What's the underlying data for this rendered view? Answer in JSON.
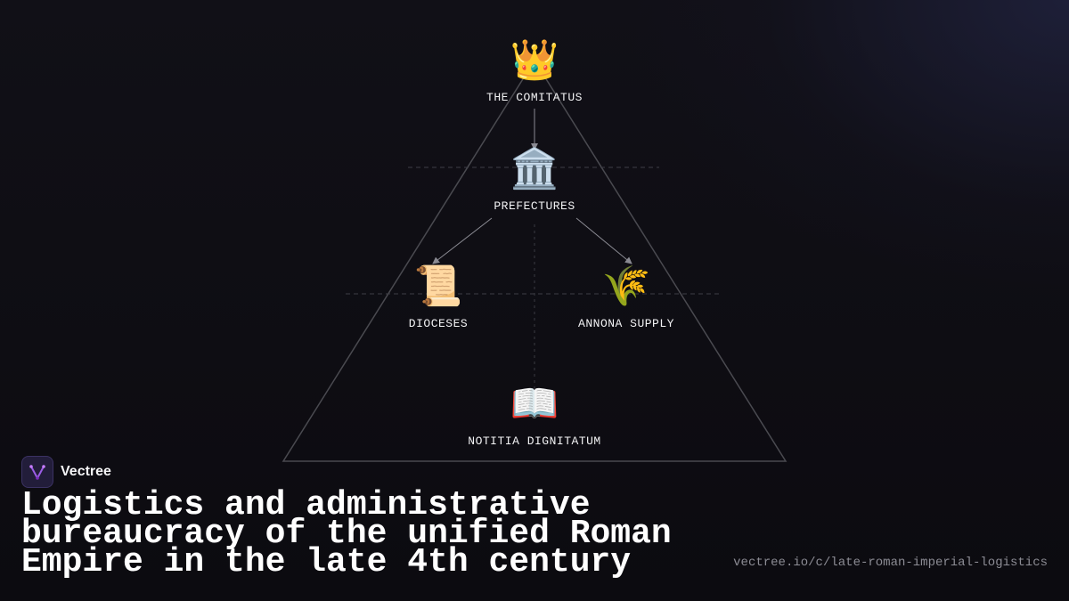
{
  "diagram": {
    "nodes": [
      {
        "id": "comitatus",
        "label": "THE COMITATUS",
        "icon": "crown-icon",
        "glyph": "👑"
      },
      {
        "id": "prefectures",
        "label": "PREFECTURES",
        "icon": "classical-building-icon",
        "glyph": "🏛️"
      },
      {
        "id": "dioceses",
        "label": "DIOCESES",
        "icon": "scroll-icon",
        "glyph": "📜"
      },
      {
        "id": "annona",
        "label": "ANNONA SUPPLY",
        "icon": "sheaf-of-rice-icon",
        "glyph": "🌾"
      },
      {
        "id": "notitia",
        "label": "NOTITIA DIGNITATUM",
        "icon": "open-book-icon",
        "glyph": "📖"
      }
    ],
    "edges": [
      {
        "from": "comitatus",
        "to": "prefectures"
      },
      {
        "from": "prefectures",
        "to": "dioceses"
      },
      {
        "from": "prefectures",
        "to": "annona"
      }
    ]
  },
  "brand": {
    "name": "Vectree",
    "logo_icon": "vectree-logo-icon",
    "accent": "#9b5de5"
  },
  "footer": {
    "title": "Logistics and administrative bureaucracy of the unified Roman Empire in the late 4th century",
    "url": "vectree.io/c/late-roman-imperial-logistics"
  }
}
